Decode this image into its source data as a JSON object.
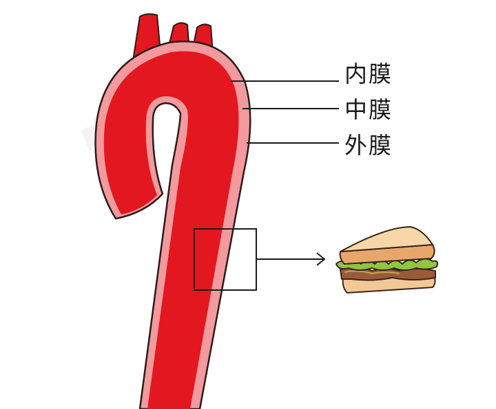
{
  "labels": {
    "inner": "内膜",
    "middle": "中膜",
    "outer": "外膜"
  },
  "icons": {
    "vessel": "aorta-illustration",
    "zoom_box": "magnify-box",
    "arrow": "arrow-right-icon",
    "analogy": "sandwich-icon"
  },
  "colors": {
    "lumen": "#e3171f",
    "vessel_wall": "#f29a9e",
    "outline": "#2a1a1a",
    "bread": "#f2c896",
    "lettuce": "#8ec63f",
    "meat": "#9a5a3a"
  }
}
